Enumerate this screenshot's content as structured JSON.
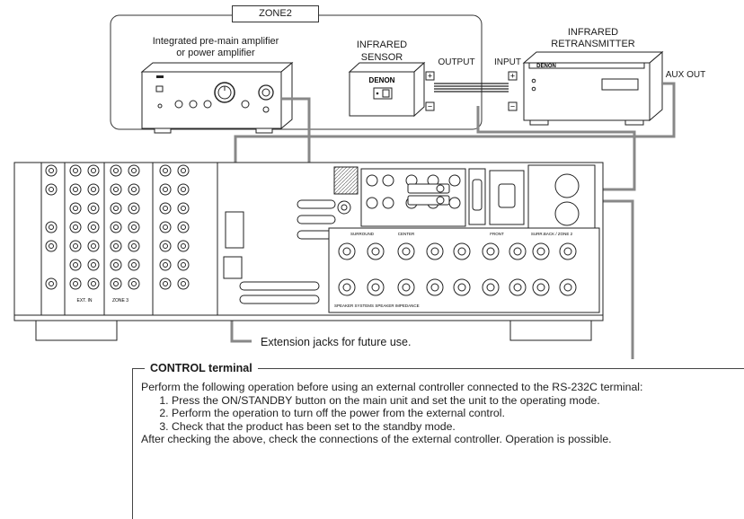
{
  "diagram": {
    "zone_label": "ZONE2",
    "amplifier_label_line1": "Integrated pre-main amplifier",
    "amplifier_label_line2": "or power amplifier",
    "sensor_label_line1": "INFRARED",
    "sensor_label_line2": "SENSOR",
    "retransmitter_label_line1": "INFRARED",
    "retransmitter_label_line2": "RETRANSMITTER",
    "output_label": "OUTPUT",
    "input_label": "INPUT",
    "aux_out_label": "AUX OUT",
    "brand": "DENON",
    "extension_jacks_label": "Extension jacks for future use."
  },
  "control_terminal": {
    "heading": "CONTROL terminal",
    "intro": "Perform the following operation before using an external controller connected to the RS-232C terminal:",
    "steps": [
      "Press the ON/STANDBY button on the main unit and set the unit to the operating mode.",
      "Perform the operation to turn off the power from the external control.",
      "Check that the product has been set to the standby mode."
    ],
    "closing": "After checking the above, check the connections of the external controller. Operation is possible."
  }
}
